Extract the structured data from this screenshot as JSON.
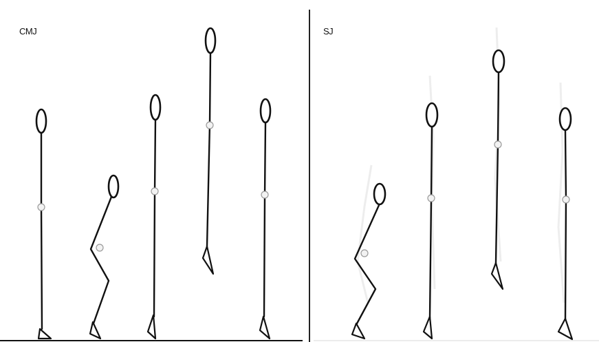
{
  "panels": [
    {
      "label": "CMJ",
      "figures": [
        {
          "phase": "standing"
        },
        {
          "phase": "countermovement-squat"
        },
        {
          "phase": "takeoff"
        },
        {
          "phase": "flight"
        },
        {
          "phase": "landing"
        }
      ]
    },
    {
      "label": "SJ",
      "figures": [
        {
          "phase": "squat"
        },
        {
          "phase": "takeoff"
        },
        {
          "phase": "flight"
        },
        {
          "phase": "landing"
        }
      ]
    }
  ],
  "colors": {
    "line": "#111111",
    "center_of_mass_marker": "#9a9a9a",
    "background": "#ffffff"
  }
}
